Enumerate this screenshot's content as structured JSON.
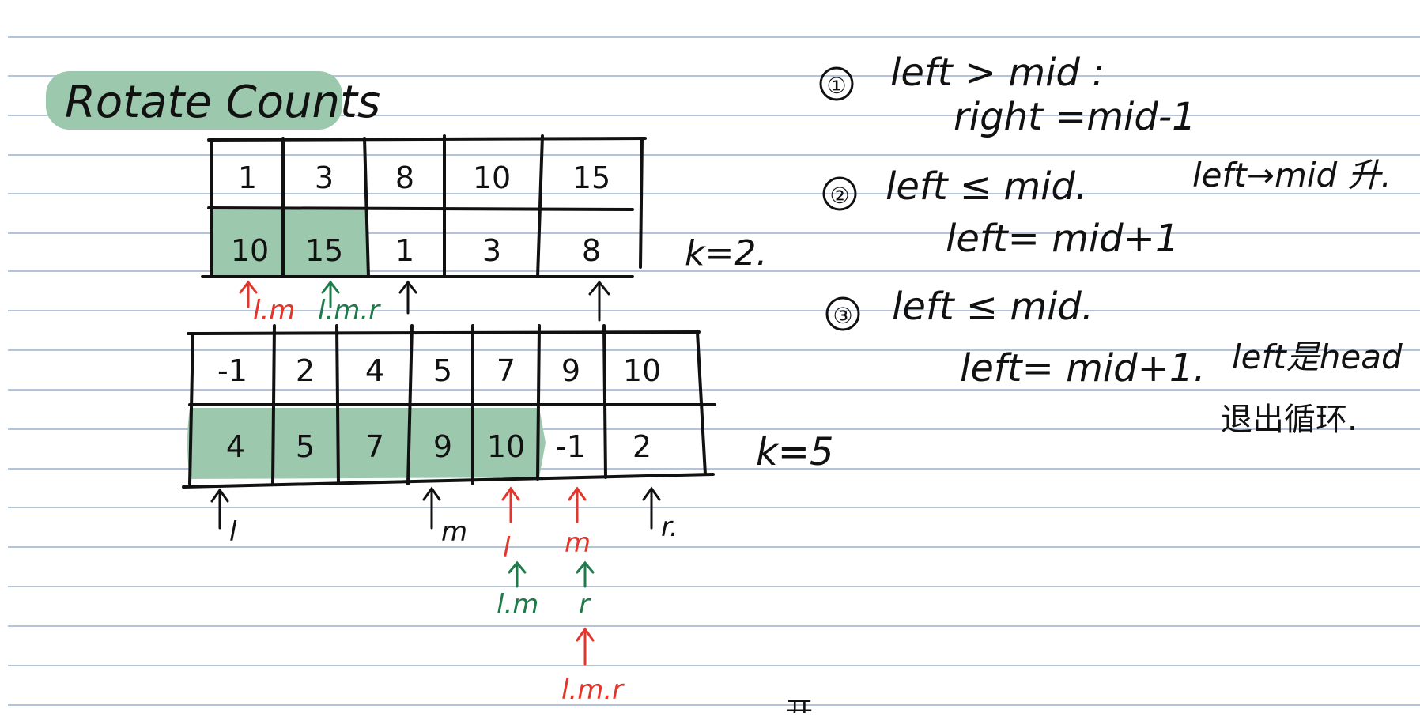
{
  "title": "Rotate Counts",
  "colors": {
    "highlight": "#9cc8ad",
    "rule_line": "#b4c3d9",
    "ink": "#111111",
    "red": "#e4352b",
    "green": "#1f7a4a"
  },
  "example1": {
    "top_row": [
      "1",
      "3",
      "8",
      "10",
      "15"
    ],
    "bottom_row": [
      "10",
      "15",
      "1",
      "3",
      "8"
    ],
    "k_label": "k=2.",
    "highlighted_cells": 2,
    "red_pointer": "l.m",
    "green_pointer": "l.m.r"
  },
  "example2": {
    "top_row": [
      "-1",
      "2",
      "4",
      "5",
      "7",
      "9",
      "10"
    ],
    "bottom_row": [
      "4",
      "5",
      "7",
      "9",
      "10",
      "-1",
      "2"
    ],
    "k_label": "k=5",
    "highlighted_cells": 5,
    "black_pointers": [
      "l",
      "m",
      "r."
    ],
    "red_pointers": [
      "l",
      "m"
    ],
    "green_pointers": [
      "l.m",
      "r"
    ],
    "final_pointer": "l.m.r"
  },
  "rules": [
    {
      "num": "①",
      "line1": "left > mid :",
      "line2": "right =mid-1"
    },
    {
      "num": "②",
      "line1": "left ≤ mid.",
      "line1_note": "left→mid 升.",
      "line2": "left= mid+1"
    },
    {
      "num": "③",
      "line1": "left ≤ mid.",
      "line2": "left= mid+1.",
      "line2_note": "left是head",
      "line3": "退出循环."
    }
  ],
  "partial_text": "开"
}
